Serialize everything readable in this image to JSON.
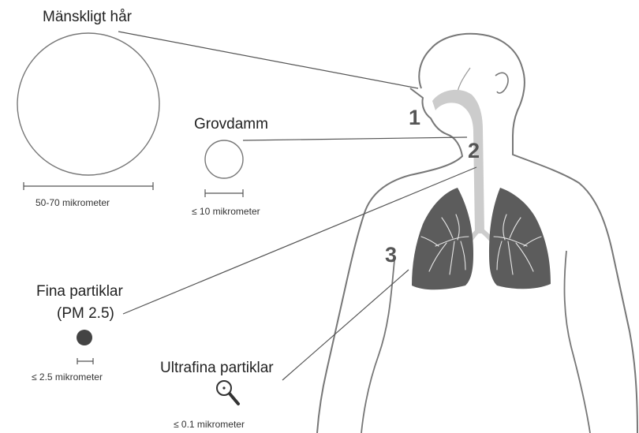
{
  "particles": {
    "hair": {
      "label": "Mänskligt hår",
      "size": "50-70 mikrometer"
    },
    "coarse": {
      "label": "Grovdamm",
      "size": "≤ 10 mikrometer"
    },
    "fine": {
      "label_line1": "Fina partiklar",
      "label_line2": "(PM 2.5)",
      "size": "≤ 2.5 mikrometer"
    },
    "ultrafine": {
      "label": "Ultrafina partiklar",
      "size": "≤ 0.1 mikrometer"
    }
  },
  "stages": {
    "s1": "1",
    "s2": "2",
    "s3": "3"
  },
  "colors": {
    "lung": "#5c5c5c",
    "airway": "#cccccc",
    "outline": "#777777",
    "particle_fill": "#444444"
  },
  "icons": {
    "ultrafine": "magnifier-icon"
  }
}
